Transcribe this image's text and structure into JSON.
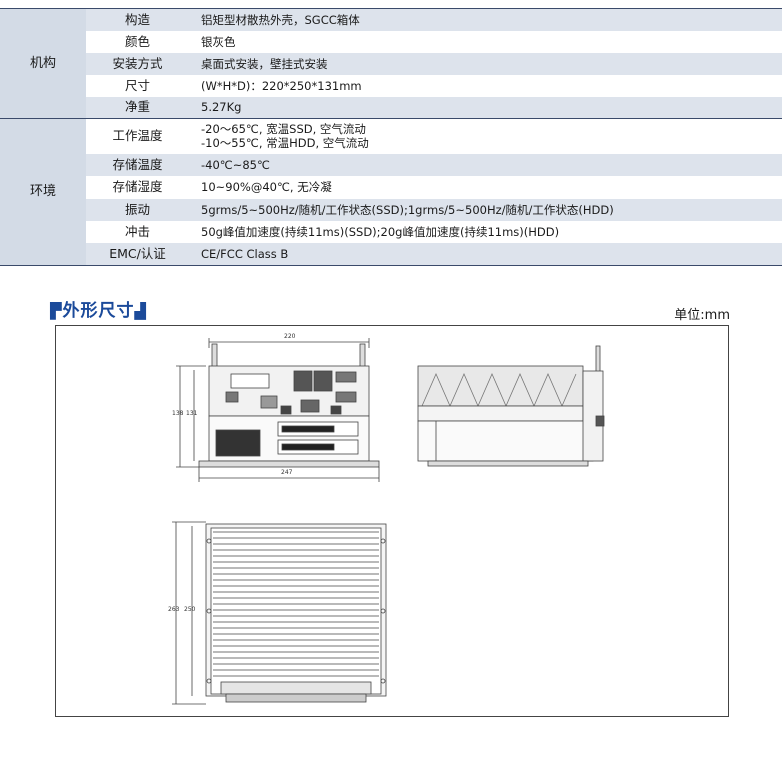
{
  "spec": {
    "group1": {
      "name": "机构",
      "rows": [
        {
          "label": "构造",
          "value": "铝矩型材散热外壳，SGCC箱体"
        },
        {
          "label": "颜色",
          "value": "银灰色"
        },
        {
          "label": "安装方式",
          "value": "桌面式安装，壁挂式安装"
        },
        {
          "label": "尺寸",
          "value": "(W*H*D)：220*250*131mm"
        },
        {
          "label": "净重",
          "value": "5.27Kg"
        }
      ]
    },
    "group2": {
      "name": "环境",
      "rows": [
        {
          "label": "工作温度",
          "value": "-20～65℃, 宽温SSD, 空气流动",
          "value2": "-10～55℃, 常温HDD, 空气流动"
        },
        {
          "label": "存储温度",
          "value": "-40℃~85℃"
        },
        {
          "label": "存储湿度",
          "value": "10~90%@40℃, 无冷凝"
        },
        {
          "label": "振动",
          "value": "5grms/5~500Hz/随机/工作状态(SSD);1grms/5~500Hz/随机/工作状态(HDD)"
        },
        {
          "label": "冲击",
          "value": "50g峰值加速度(持续11ms)(SSD);20g峰值加速度(持续11ms)(HDD)"
        },
        {
          "label": "EMC/认证",
          "value": "CE/FCC Class B"
        }
      ]
    }
  },
  "dimensions": {
    "title": "外形尺寸",
    "unit": "单位:mm",
    "front_width": "220",
    "front_base_width": "247",
    "front_height_outer": "138",
    "front_height_inner": "131",
    "top_depth_outer": "263",
    "top_depth_inner": "250"
  }
}
